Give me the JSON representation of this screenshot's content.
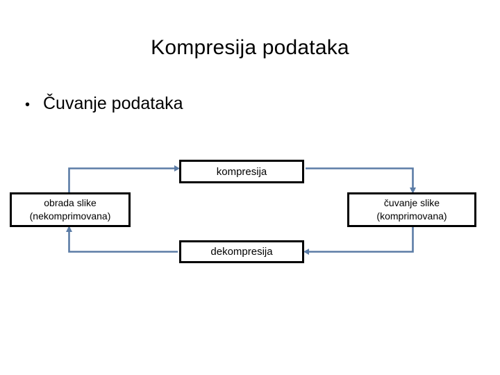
{
  "slide": {
    "title": "Kompresija podataka",
    "bullets": [
      {
        "marker": "•",
        "text": "Čuvanje podataka"
      }
    ]
  },
  "diagram": {
    "type": "flow-cycle",
    "connector_color": "#5B7CA6",
    "box_border_color": "#000000",
    "background": "#FFFFFF",
    "nodes": [
      {
        "id": "kompresija",
        "lines": [
          "kompresija"
        ],
        "line1": "kompresija"
      },
      {
        "id": "obrada-slike",
        "lines": [
          "obrada slike",
          "(nekomprimovana)"
        ],
        "line1": "obrada slike",
        "line2": "(nekomprimovana)"
      },
      {
        "id": "cuvanje-slike",
        "lines": [
          "čuvanje slike",
          "(komprimovana)"
        ],
        "line1": "čuvanje slike",
        "line2": "(komprimovana)"
      },
      {
        "id": "dekompresija",
        "lines": [
          "dekompresija"
        ],
        "line1": "dekompresija"
      }
    ],
    "edges": [
      {
        "from": "obrada-slike",
        "to": "kompresija",
        "direction": "up-right"
      },
      {
        "from": "kompresija",
        "to": "cuvanje-slike",
        "direction": "right-down"
      },
      {
        "from": "cuvanje-slike",
        "to": "dekompresija",
        "direction": "down-left"
      },
      {
        "from": "dekompresija",
        "to": "obrada-slike",
        "direction": "left-up"
      }
    ]
  }
}
